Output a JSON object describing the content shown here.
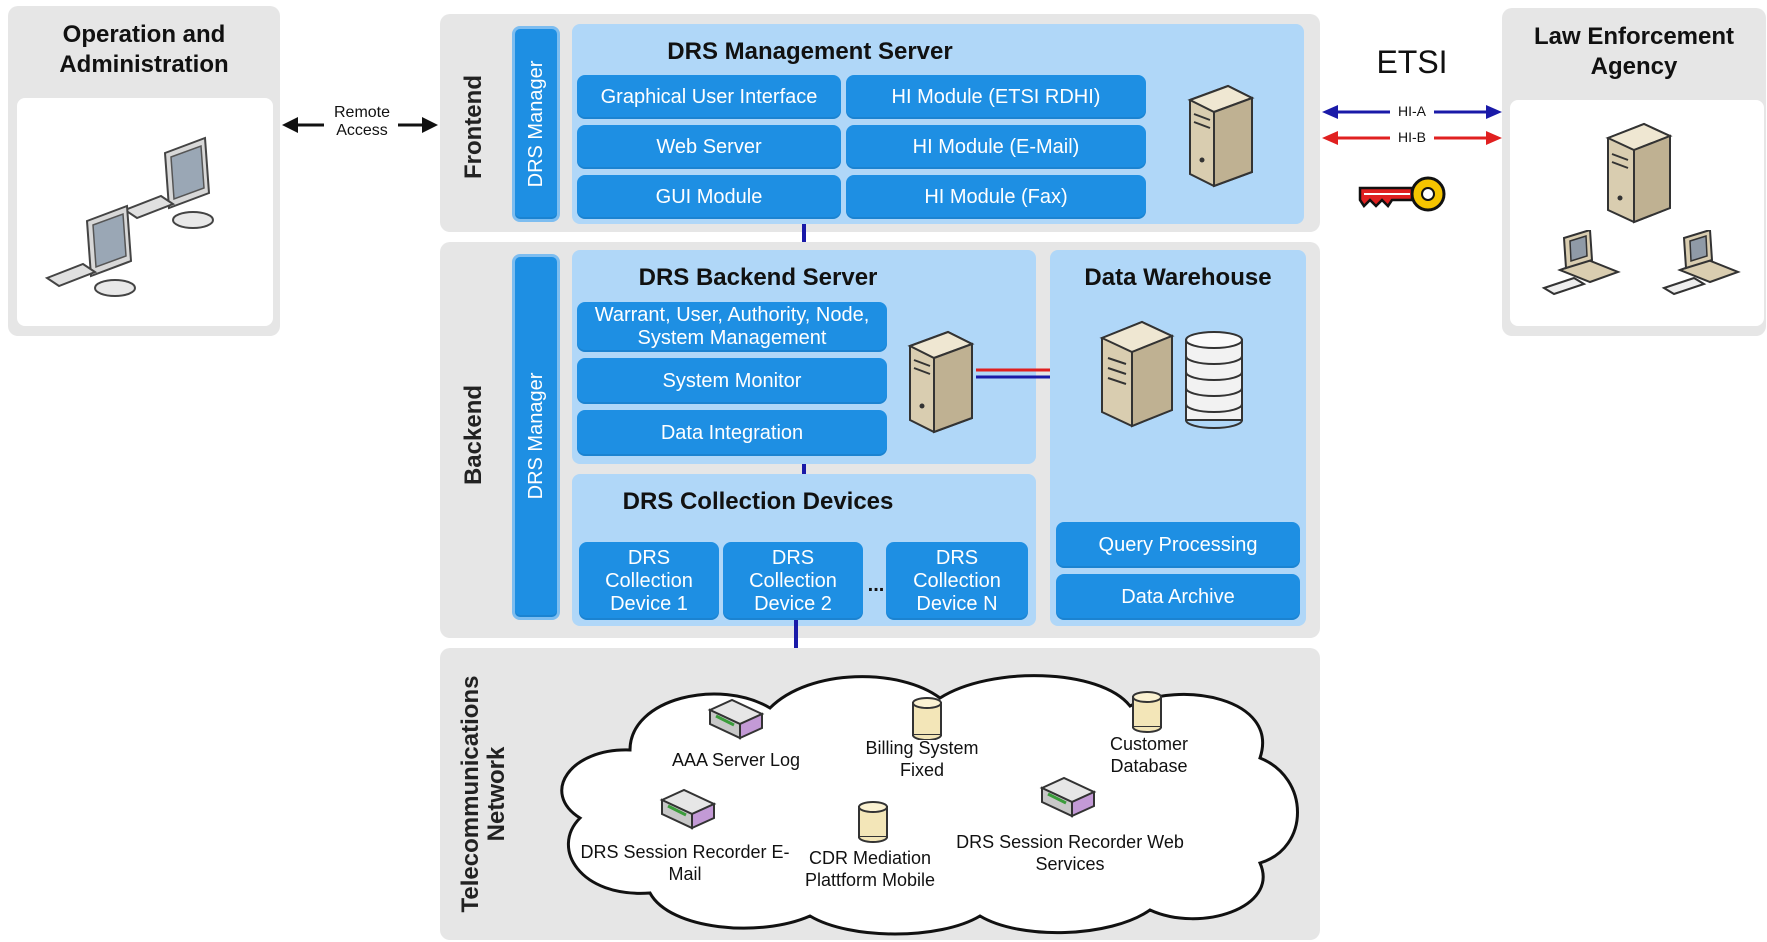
{
  "left_panel": {
    "title": "Operation and Administration",
    "arrow_label": "Remote Access"
  },
  "right_panel": {
    "title": "Law Enforcement Agency",
    "etsi": "ETSI",
    "hi_a": "HI-A",
    "hi_b": "HI-B"
  },
  "frontend": {
    "layer_label": "Frontend",
    "manager_label": "DRS Manager",
    "title": "DRS Management Server",
    "modules": [
      "Graphical User Interface",
      "HI Module (ETSI RDHI)",
      "Web Server",
      "HI Module (E-Mail)",
      "GUI Module",
      "HI Module (Fax)"
    ]
  },
  "backend": {
    "layer_label": "Backend",
    "manager_label": "DRS Manager",
    "server_title": "DRS Backend Server",
    "server_modules": [
      "Warrant, User, Authority, Node, System Management",
      "System Monitor",
      "Data Integration"
    ],
    "warehouse_title": "Data Warehouse",
    "warehouse_modules": [
      "Query Processing",
      "Data Archive"
    ],
    "collection_title": "DRS Collection Devices",
    "collection_devices": [
      "DRS Collection Device 1",
      "DRS Collection Device 2",
      "DRS Collection Device N"
    ],
    "ellipsis": "..."
  },
  "network": {
    "layer_label": "Telecommunications Network",
    "nodes": [
      "AAA Server Log",
      "Billing System Fixed",
      "Customer Database",
      "DRS Session Recorder E-Mail",
      "CDR Mediation Plattform Mobile",
      "DRS Session Recorder Web Services"
    ]
  },
  "colors": {
    "module_blue": "#1e8fe3",
    "panel_blue": "#b0d7f8",
    "panel_grey": "#e6e6e6",
    "link_blue": "#1a1aa8",
    "link_red": "#e02020"
  }
}
